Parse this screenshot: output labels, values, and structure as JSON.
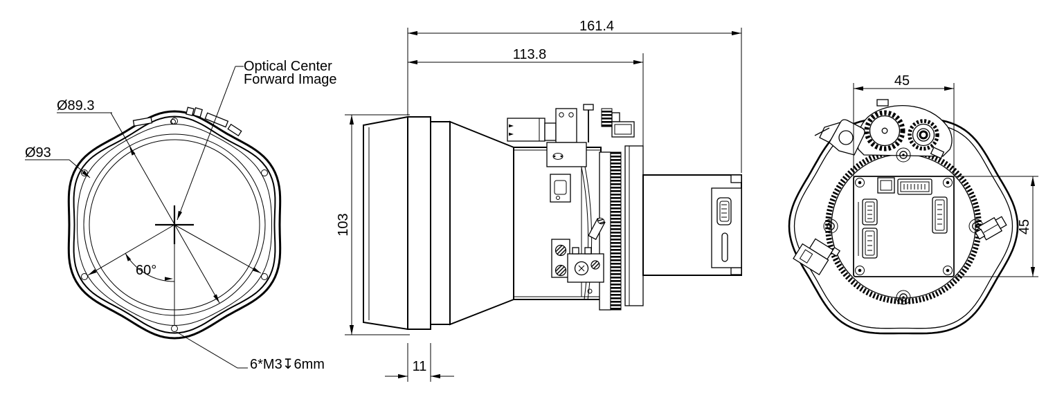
{
  "drawing": {
    "front_view": {
      "diameter_inner_label": "Ø89.3",
      "diameter_outer_label": "Ø93",
      "angle_label": "60°",
      "thread_note_label": "6*M3↧6mm",
      "optical_center_label_line1": "Optical Center",
      "optical_center_label_line2": "Forward Image"
    },
    "side_view": {
      "total_length_dim": "161.4",
      "body_length_dim": "113.8",
      "height_dim": "103",
      "flange_thickness_dim": "11"
    },
    "back_view": {
      "pcb_width_dim": "45",
      "pcb_height_dim": "45"
    },
    "colors": {
      "line": "#000000",
      "background": "#ffffff"
    }
  }
}
